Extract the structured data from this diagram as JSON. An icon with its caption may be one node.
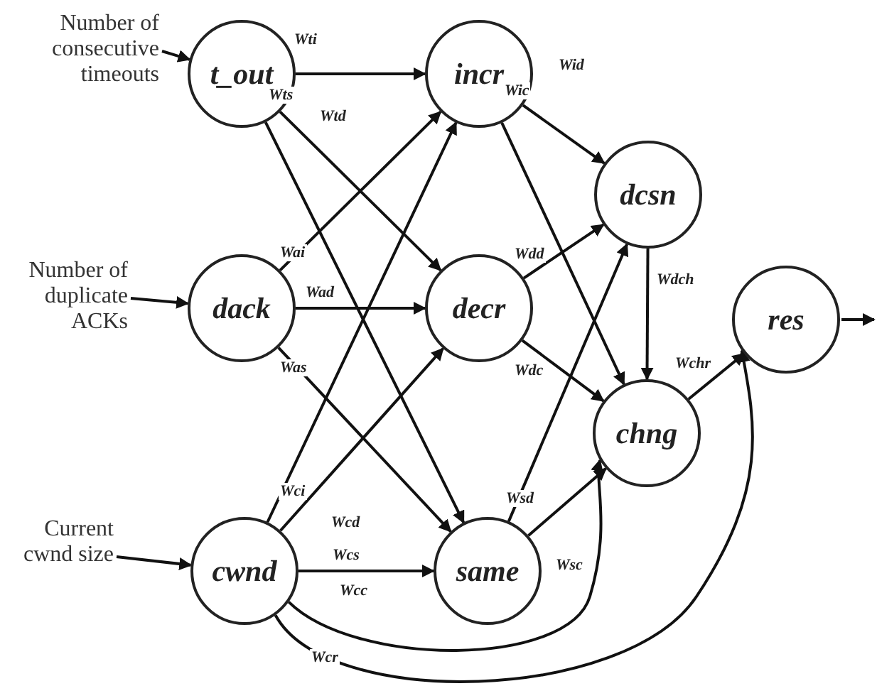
{
  "diagram": {
    "nodes": [
      {
        "text": [
          "Number of consecutive timeouts"
        ]
      },
      {
        "text": [
          "t_out"
        ]
      },
      {
        "text": [
          "Number of duplicate ACKs"
        ]
      },
      {
        "text": [
          "dack"
        ]
      },
      {
        "text": [
          "Current cwnd size"
        ]
      },
      {
        "text": [
          "cwnd"
        ]
      },
      {
        "text": [
          "incr"
        ]
      },
      {
        "text": [
          "decr"
        ]
      },
      {
        "text": [
          "same"
        ]
      },
      {
        "text": [
          "dcsn"
        ]
      },
      {
        "text": [
          "chng"
        ]
      },
      {
        "text": [
          "res"
        ]
      }
    ],
    "edges": [
      {
        "from": 0,
        "to": 1,
        "arrow": "to"
      },
      {
        "from": 2,
        "to": 3,
        "arrow": "to"
      },
      {
        "from": 4,
        "to": 5,
        "arrow": "to"
      },
      {
        "from": 1,
        "to": 6,
        "arrow": "to",
        "label": "Wti"
      },
      {
        "from": 1,
        "to": 7,
        "arrow": "to",
        "label": "Wtd"
      },
      {
        "from": 1,
        "to": 8,
        "arrow": "to",
        "label": "Wts"
      },
      {
        "from": 3,
        "to": 6,
        "arrow": "to",
        "label": "Wai"
      },
      {
        "from": 3,
        "to": 7,
        "arrow": "to",
        "label": "Wad"
      },
      {
        "from": 3,
        "to": 8,
        "arrow": "to",
        "label": "Was"
      },
      {
        "from": 5,
        "to": 6,
        "arrow": "to",
        "label": "Wci"
      },
      {
        "from": 5,
        "to": 7,
        "arrow": "to",
        "label": "Wcd"
      },
      {
        "from": 5,
        "to": 8,
        "arrow": "to",
        "label": "Wcs"
      },
      {
        "from": 5,
        "to": 10,
        "arrow": "to",
        "label": "Wcc"
      },
      {
        "from": 5,
        "to": 11,
        "arrow": "to",
        "label": "Wcr"
      },
      {
        "from": 6,
        "to": 9,
        "arrow": "to",
        "label": "Wid"
      },
      {
        "from": 6,
        "to": 10,
        "arrow": "to",
        "label": "Wic"
      },
      {
        "from": 7,
        "to": 9,
        "arrow": "to",
        "label": "Wdd"
      },
      {
        "from": 7,
        "to": 10,
        "arrow": "to",
        "label": "Wdc"
      },
      {
        "from": 8,
        "to": 9,
        "arrow": "to",
        "label": "Wsd"
      },
      {
        "from": 8,
        "to": 10,
        "arrow": "to",
        "label": "Wsc"
      },
      {
        "from": 9,
        "to": 10,
        "arrow": "to",
        "label": "Wdch"
      },
      {
        "from": 10,
        "to": 11,
        "arrow": "to",
        "label": "Wchr"
      },
      {
        "from": 11,
        "to": null,
        "arrow": "to"
      }
    ]
  }
}
